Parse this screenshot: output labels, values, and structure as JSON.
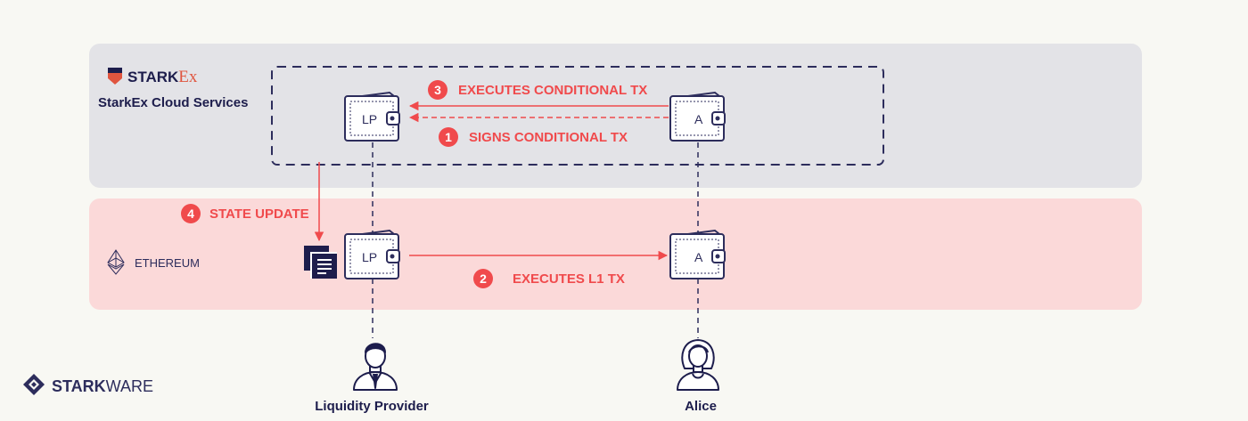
{
  "brand": {
    "starkex_logo_part1": "STARK",
    "starkex_logo_part2": "Ex",
    "cloud_services_label": "StarkEx Cloud Services",
    "ethereum_label": "ETHEREUM",
    "starkware_logo_part1": "STARK",
    "starkware_logo_part2": "WARE"
  },
  "wallets": {
    "lp_label": "LP",
    "alice_label": "A"
  },
  "steps": [
    {
      "number": "1",
      "label": "SIGNS CONDITIONAL TX"
    },
    {
      "number": "2",
      "label": "EXECUTES L1 TX"
    },
    {
      "number": "3",
      "label": "EXECUTES CONDITIONAL TX"
    },
    {
      "number": "4",
      "label": "STATE UPDATE"
    }
  ],
  "actors": {
    "liquidity_provider": "Liquidity Provider",
    "alice": "Alice"
  },
  "colors": {
    "accent_red": "#f04a4c",
    "navy": "#2d2d5c",
    "starkex_panel": "#e3e3e7",
    "ethereum_panel": "#fbd9d9",
    "background": "#f8f8f3"
  }
}
